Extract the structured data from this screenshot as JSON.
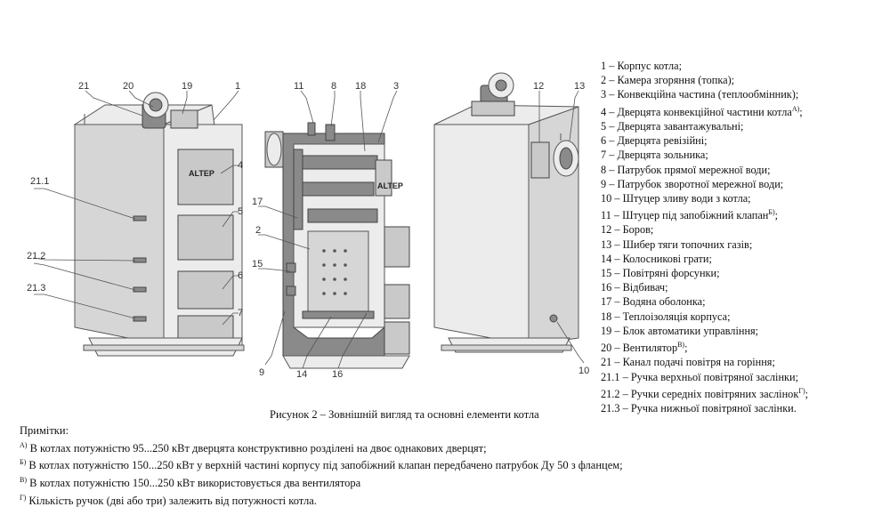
{
  "figure": {
    "brand_text": "ALTEP",
    "callouts": {
      "view1": [
        "21",
        "20",
        "19",
        "1",
        "4",
        "5",
        "6",
        "7",
        "21.1",
        "21.2",
        "21.3"
      ],
      "view2": [
        "11",
        "8",
        "18",
        "3",
        "17",
        "2",
        "15",
        "9",
        "14",
        "16"
      ],
      "view3": [
        "12",
        "13",
        "10"
      ]
    }
  },
  "legend": [
    {
      "text": "1 – Корпус котла;",
      "sup": ""
    },
    {
      "text": "2 – Камера згоряння (топка);",
      "sup": ""
    },
    {
      "text": "3 – Конвекційна частина (теплообмінник);",
      "sup": ""
    },
    {
      "text": "4 – Дверцята конвекційної частини котла",
      "sup": "А)",
      "after": ";"
    },
    {
      "text": "5 – Дверцята завантажувальні;",
      "sup": ""
    },
    {
      "text": "6 – Дверцята ревізійні;",
      "sup": ""
    },
    {
      "text": "7 – Дверцята зольника;",
      "sup": ""
    },
    {
      "text": "8 – Патрубок прямої мережної води;",
      "sup": ""
    },
    {
      "text": "9 – Патрубок зворотної мережної води;",
      "sup": ""
    },
    {
      "text": "10 – Штуцер зливу води з котла;",
      "sup": ""
    },
    {
      "text": "11 – Штуцер під запобіжний клапан",
      "sup": "Б)",
      "after": ";"
    },
    {
      "text": "12 – Боров;",
      "sup": ""
    },
    {
      "text": "13 – Шибер тяги топочних газів;",
      "sup": ""
    },
    {
      "text": "14 – Колосникові грати;",
      "sup": ""
    },
    {
      "text": "15 – Повітряні форсунки;",
      "sup": ""
    },
    {
      "text": "16 – Відбивач;",
      "sup": ""
    },
    {
      "text": "17 – Водяна оболонка;",
      "sup": ""
    },
    {
      "text": "18 – Теплоізоляція корпуса;",
      "sup": ""
    },
    {
      "text": "19 – Блок автоматики управління;",
      "sup": ""
    },
    {
      "text": "20 – Вентилятор",
      "sup": "В)",
      "after": ";"
    },
    {
      "text": "21 – Канал подачі повітря на горіння;",
      "sup": ""
    },
    {
      "text": "21.1 – Ручка верхньої повітряної заслінки;",
      "sup": ""
    },
    {
      "text": "21.2 – Ручки середніх повітряних заслінок",
      "sup": "Г)",
      "after": ";"
    },
    {
      "text": "21.3 – Ручка нижньої повітряної заслінки.",
      "sup": ""
    }
  ],
  "caption": "Рисунок 2 – Зовнішній вигляд та основні елементи котла",
  "notes": {
    "heading": "Примітки:",
    "items": [
      {
        "mark": "А)",
        "text": "В котлах потужністю 95...250 кВт дверцята конструктивно розділені на двоє однакових дверцят;"
      },
      {
        "mark": "Б)",
        "text": "В котлах потужністю 150...250 кВт у верхній частині корпусу під запобіжний клапан передбачено патрубок Ду 50 з фланцем;"
      },
      {
        "mark": "В)",
        "text": "В котлах потужністю 150...250 кВт використовується два вентилятора"
      },
      {
        "mark": "Г)",
        "text": "Кількість ручок (дві або три) залежить від потужності котла."
      }
    ]
  }
}
